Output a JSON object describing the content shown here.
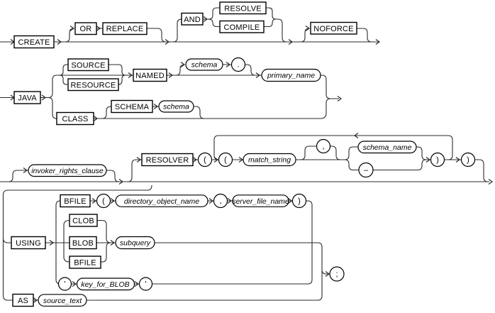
{
  "diagram": {
    "row1": {
      "create": "CREATE",
      "or": "OR",
      "replace": "REPLACE",
      "and": "AND",
      "resolve": "RESOLVE",
      "compile": "COMPILE",
      "noforce": "NOFORCE"
    },
    "row2": {
      "java": "JAVA",
      "source": "SOURCE",
      "resource": "RESOURCE",
      "named": "NAMED",
      "schema": "schema",
      "dot": ".",
      "primary_name": "primary_name",
      "class_kw": "CLASS",
      "schema_kw": "SCHEMA",
      "schema2": "schema"
    },
    "row3": {
      "invoker_rights_clause": "invoker_rights_clause",
      "resolver": "RESOLVER",
      "lparen": "(",
      "lparen2": "(",
      "match_string": "match_string",
      "comma": ",",
      "schema_name": "schema_name",
      "dash": "–",
      "rparen": ")",
      "rparen2": ")"
    },
    "row4": {
      "using": "USING",
      "bfile": "BFILE",
      "lparen": "(",
      "directory_object_name": "directory_object_name",
      "comma": ",",
      "server_file_name": "server_file_name",
      "rparen": ")",
      "clob": "CLOB",
      "blob": "BLOB",
      "bfile2": "BFILE",
      "subquery": "subquery",
      "quote1": "'",
      "key_for_blob": "key_for_BLOB",
      "quote2": "'",
      "as_kw": "AS",
      "source_text": "source_text",
      "semicolon": ";"
    }
  }
}
